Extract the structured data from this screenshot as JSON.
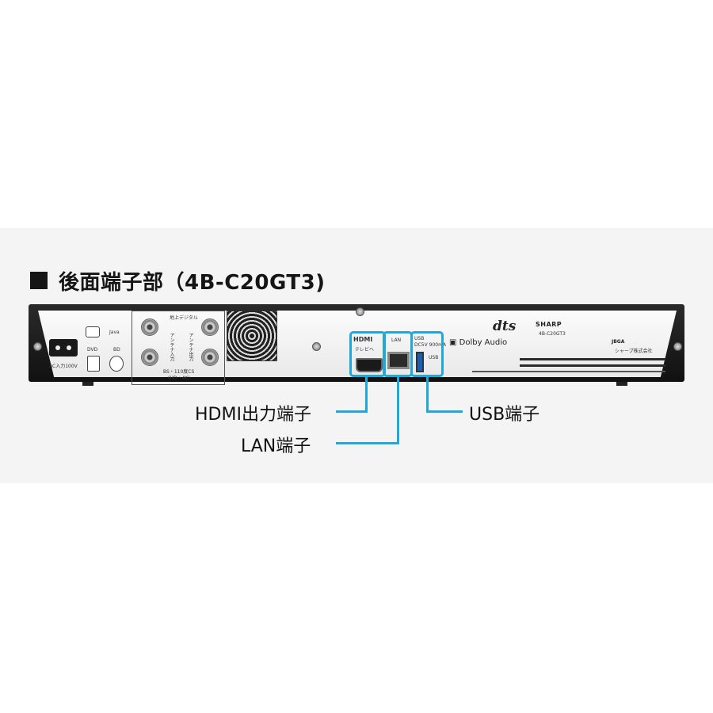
{
  "heading": "後面端子部（4B-C20GT3)",
  "device": {
    "ac_label": "AC入力100V",
    "dvd_label": "DVD",
    "bd_label": "BD",
    "java_label": "Java",
    "antenna_top_label": "地上デジタル",
    "antenna_side_label": "アンテナ入力",
    "antenna_side_label2": "アンテナ出力",
    "bs_label": "BS・110度CS",
    "bs_sub_label": "(HD・4K)",
    "hdmi_logo": "HDMI",
    "hdmi_sub": "テレビへ",
    "lan_label": "LAN",
    "usb_top": "USB",
    "usb_sub": "DC5V 900mA",
    "usb_side": "USB",
    "dts_logo": "dts",
    "dolby_logo": "Dolby Audio",
    "sharp_logo": "SHARP",
    "jbga_label": "JBGA",
    "model": "4B-C20GT3",
    "maker": "シャープ株式会社"
  },
  "callouts": {
    "hdmi": "HDMI出力端子",
    "lan": "LAN端子",
    "usb": "USB端子"
  },
  "colors": {
    "accent": "#22a7d6",
    "device_body": "#1a1a1a",
    "panel": "#f2f2f2"
  }
}
